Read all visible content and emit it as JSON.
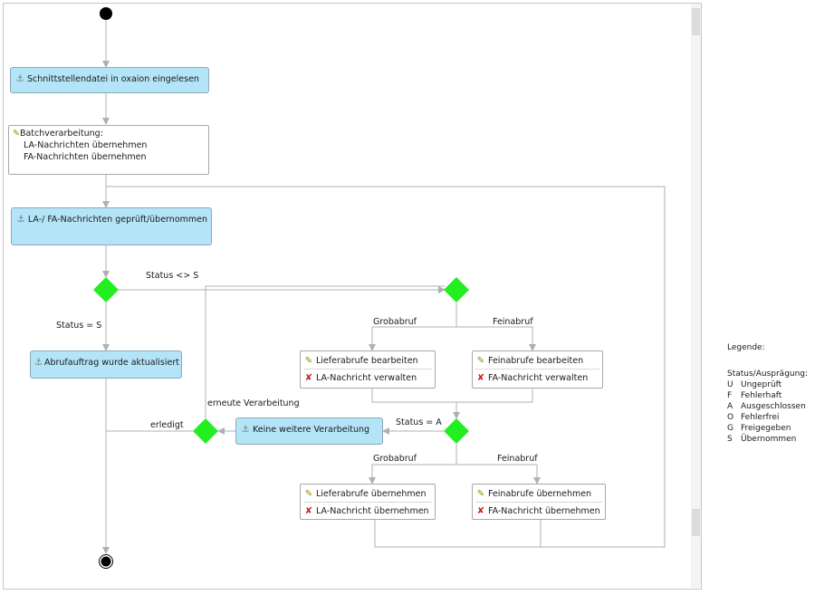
{
  "diagram": {
    "nodes": {
      "import": "Schnittstellendatei in oxaion eingelesen",
      "batch_title": "Batchverarbeitung:",
      "batch_line1": "LA-Nachrichten übernehmen",
      "batch_line2": "FA-Nachrichten übernehmen",
      "checked": "LA-/ FA-Nachrichten geprüft/übernommen",
      "order_updated": "Abrufauftrag wurde aktualisiert",
      "lief_edit": "Lieferabrufe bearbeiten",
      "la_manage": "LA-Nachricht verwalten",
      "fein_edit": "Feinabrufe bearbeiten",
      "fa_manage": "FA-Nachricht verwalten",
      "no_further": "Keine weitere Verarbeitung",
      "lief_accept": "Lieferabrufe übernehmen",
      "la_accept": "LA-Nachricht übernehmen",
      "fein_accept": "Feinabrufe übernehmen",
      "fa_accept": "FA-Nachricht übernehmen"
    },
    "edge_labels": {
      "status_ne_s": "Status <> S",
      "status_eq_s": "Status = S",
      "grobabruf_1": "Grobabruf",
      "feinabruf_1": "Feinabruf",
      "erneute": "erneute Verarbeitung",
      "erledigt": "erledigt",
      "status_eq_a": "Status = A",
      "grobabruf_2": "Grobabruf",
      "feinabruf_2": "Feinabruf"
    },
    "icons": {
      "anchor": "anchor-icon",
      "pencil": "pencil-icon",
      "cross": "cross-icon",
      "decision_color": "#22ee22"
    }
  },
  "legend": {
    "title": "Legende:",
    "subtitle": "Status/Ausprägung:",
    "items": [
      {
        "code": "U",
        "label": "Ungeprüft"
      },
      {
        "code": "F",
        "label": "Fehlerhaft"
      },
      {
        "code": "A",
        "label": "Ausgeschlossen"
      },
      {
        "code": "O",
        "label": "Fehlerfrei"
      },
      {
        "code": "G",
        "label": "Freigegeben"
      },
      {
        "code": "S",
        "label": "Übernommen"
      }
    ]
  }
}
